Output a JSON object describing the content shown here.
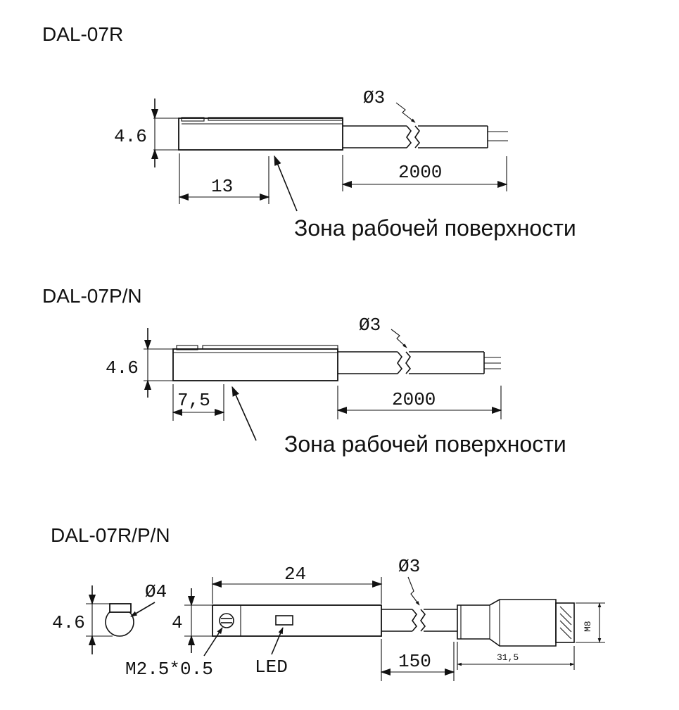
{
  "sensor_1": {
    "model": "DAL-07R",
    "height": "4.6",
    "zone_length": "13",
    "cable_diameter": "Ø3",
    "cable_length": "2000",
    "zone_caption": "Зона рабочей поверхности"
  },
  "sensor_2": {
    "model": "DAL-07P/N",
    "height": "4.6",
    "zone_length": "7,5",
    "cable_diameter": "Ø3",
    "cable_length": "2000",
    "zone_caption": "Зона рабочей поверхности"
  },
  "sensor_3": {
    "model": "DAL-07R/P/N",
    "height_side": "4.6",
    "body_diameter": "Ø4",
    "height_front": "4",
    "body_length": "24",
    "cable_diameter": "Ø3",
    "screw_thread": "M2.5*0.5",
    "led_label": "LED",
    "cable_length": "150",
    "connector_length": "31,5",
    "connector_thread": "M8"
  },
  "colors": {
    "ink": "#111111",
    "background": "#ffffff"
  }
}
